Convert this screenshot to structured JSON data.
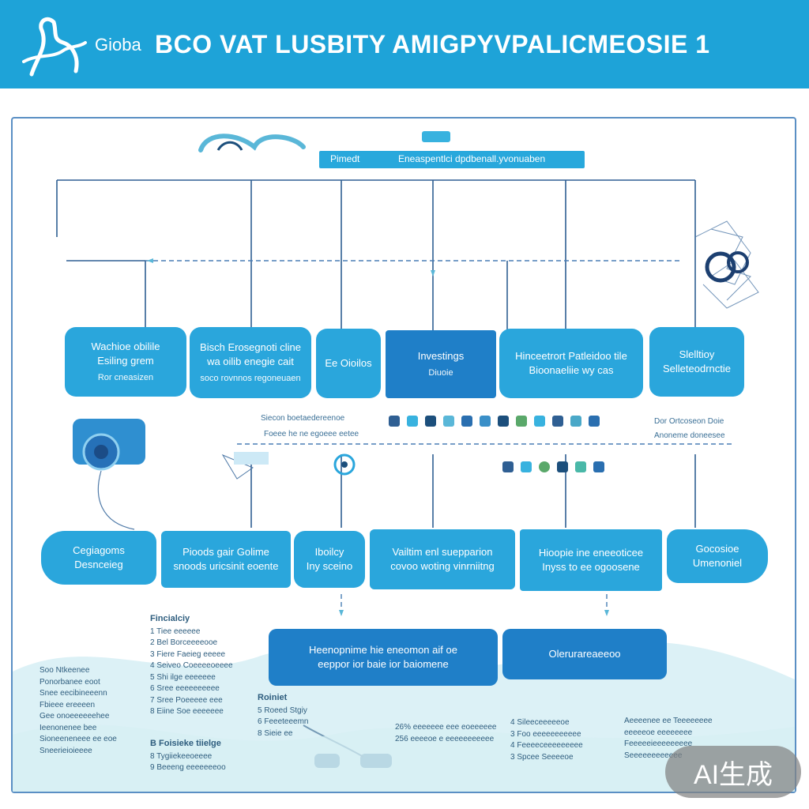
{
  "header": {
    "label": "Gioba",
    "title": "BCO VAT LUSBITY AMIGPYVPALICMEOSIE 1",
    "background": "#1ea3d8"
  },
  "banner": {
    "label": "Pimedt",
    "text": "Eneaspentlci dpdbenall.yvonuaben"
  },
  "row1": [
    {
      "title": "Wachioe obilile",
      "line2": "Esiling grem",
      "sub": "Ror cneasizen"
    },
    {
      "title": "Bisch Erosegnoti cline",
      "line2": "wa oilib enegie cait",
      "sub": "soco rovnnos regoneuaen"
    },
    {
      "title": "Ee Oioilos",
      "line2": "",
      "sub": ""
    },
    {
      "title": "Investings",
      "line2": "",
      "sub": "Diuoie"
    },
    {
      "title": "Hinceetrort Patleidoo tile",
      "line2": "Bioonaeliie wy cas",
      "sub": ""
    },
    {
      "title": "Slelltioy",
      "line2": "Selleteodrnctie",
      "sub": ""
    }
  ],
  "mid_captions": [
    "Siecon boetaedereenoe",
    "Foeee he ne egoeee eetee",
    "Dor Ortcoseon Doie",
    "Anoneme doneesee"
  ],
  "row2": [
    {
      "title": "Cegiagoms",
      "line2": "Desnceieg"
    },
    {
      "title": "Pioods gair Golime",
      "line2": "snoods uricsinit eoente"
    },
    {
      "title": "Iboilcy",
      "line2": "Iny sceino"
    },
    {
      "title": "Vailtim enl suepparion",
      "line2": "covoo woting vinrniitng"
    },
    {
      "title": "Hioopie ine eneeoticee",
      "line2": "Inyss to ee ogoosene"
    },
    {
      "title": "Gocosioe",
      "line2": "Umenoniel"
    }
  ],
  "row3": [
    {
      "title": "Heenopnime hie eneomon aif oe",
      "line2": "eeppor ior baie ior baiomene"
    },
    {
      "title": "Olerurareaeeoo",
      "line2": ""
    }
  ],
  "lists": {
    "left": {
      "items": [
        "Soo Ntkeenee",
        "Ponorbanee eoot",
        "Snee eecibineeenn",
        "Fbieee ereeeen",
        "Gee onoeeeeeehee",
        "Ieenonenee bee",
        "Sioneeneneee ee eoe",
        "Sneerieioieeee"
      ]
    },
    "center": {
      "title": "Fincialciy",
      "items": [
        "1  Tiee  eeeeee",
        "2  Bel Borceeeeooe",
        "3  Fiere Faeieg eeeee",
        "4  Seiveo Coeeeeoeeee",
        "5  Shi ilge eeeeeee",
        "6  Sree eeeeeeeeee",
        "7  Sree Poeeeee eee",
        "8  Eiine Soe  eeeeeee"
      ]
    },
    "bottom": {
      "title": "B  Foisieke tiielge",
      "items": [
        "8  Tygiiekeeoeeee",
        "9  Beeeng  eeeeeeeoo"
      ]
    },
    "steps": {
      "title": "Roiniet",
      "items": [
        "5  Roeed Stgiy",
        "6  Feeeteeemn",
        "8  Sieie ee"
      ]
    },
    "pct": {
      "items": [
        "26%  eeeeeee  eee eoeeeeee",
        "256  eeeeoe  e eeeeeeeeeee"
      ]
    },
    "right_a": {
      "items": [
        "4  Sileeceeeeeoe",
        "3  Foo eeeeeeeeeee",
        "4  Feeeeceeeeeeeee",
        "3  Spcee Seeeeoe"
      ]
    },
    "right_b": {
      "items": [
        "Aeeeenee ee  Teeeeeeee",
        "eeeeeoe  eeeeeeee",
        "Feeeeeieeeeeeeee",
        "Seeeeeeeeeeee"
      ]
    }
  },
  "watermark": "AI生成",
  "colors": {
    "accent": "#2aa6dc",
    "dark": "#1f7fc8",
    "line": "#2f5f93"
  }
}
